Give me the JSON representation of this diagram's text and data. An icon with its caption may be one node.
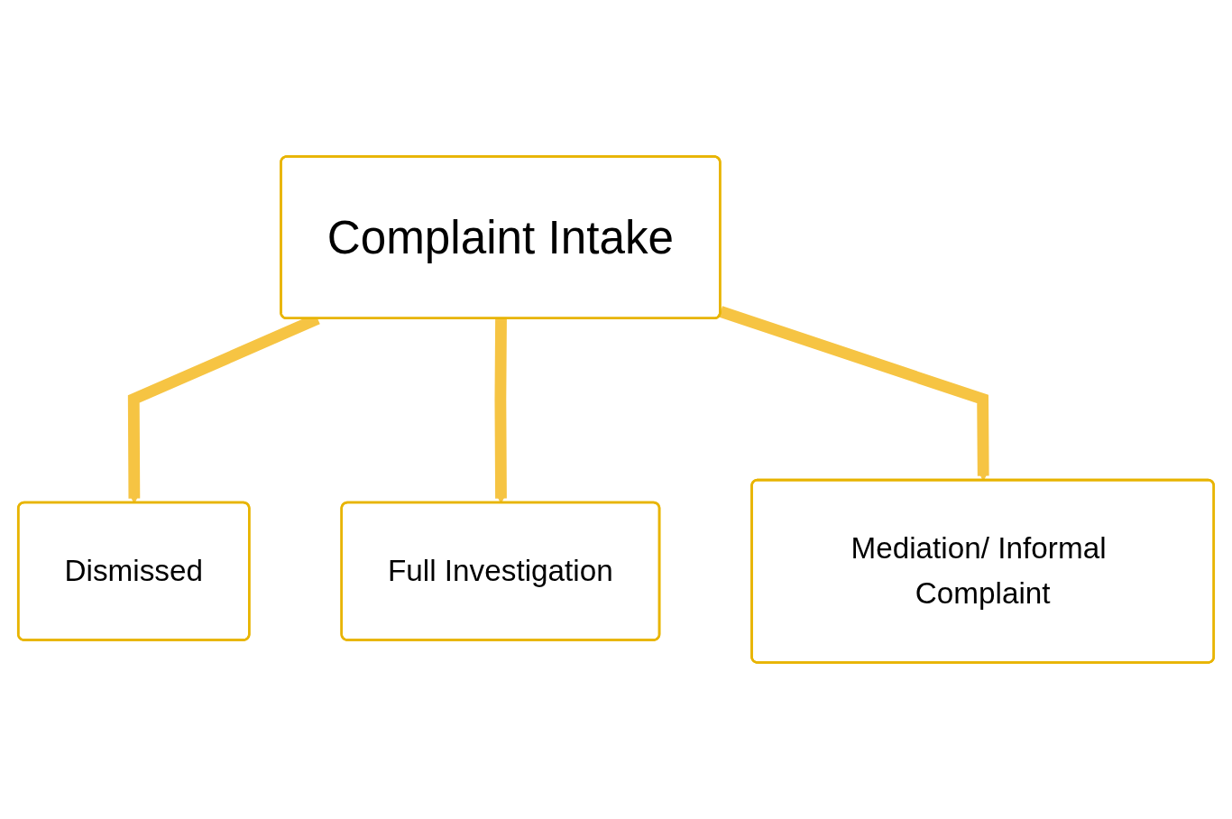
{
  "diagram": {
    "nodes": [
      {
        "text": [
          "Complaint Intake"
        ]
      },
      {
        "text": [
          "Dismissed"
        ]
      },
      {
        "text": [
          "Full Investigation"
        ]
      },
      {
        "text": [
          "Mediation/ Informal Complaint"
        ]
      }
    ],
    "edges": [
      {
        "from": 0,
        "to": 1,
        "arrow": "to"
      },
      {
        "from": 0,
        "to": 2,
        "arrow": "to"
      },
      {
        "from": 0,
        "to": 3,
        "arrow": "to"
      }
    ]
  }
}
